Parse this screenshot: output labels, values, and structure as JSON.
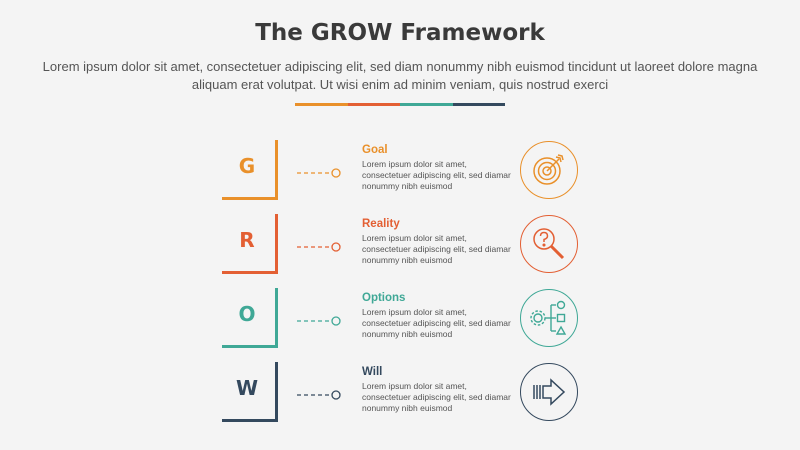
{
  "header": {
    "title": "The GROW Framework",
    "subtitle": "Lorem ipsum dolor sit amet, consectetuer adipiscing elit, sed diam nonummy nibh euismod tincidunt ut laoreet dolore magna aliquam erat volutpat. Ut wisi enim ad minim veniam, quis nostrud exerci",
    "divider_colors": [
      "#e9902a",
      "#e35f33",
      "#3fa896",
      "#34495e"
    ]
  },
  "steps": [
    {
      "letter": "G",
      "heading": "Goal",
      "description": "Lorem ipsum dolor sit amet, consectetuer adipiscing elit, sed diamar nonummy nibh euismod",
      "color": "#e9902a",
      "icon": "target-icon"
    },
    {
      "letter": "R",
      "heading": "Reality",
      "description": "Lorem ipsum dolor sit amet, consectetuer adipiscing elit, sed diamar nonummy nibh euismod",
      "color": "#e35f33",
      "icon": "question-magnifier-icon"
    },
    {
      "letter": "O",
      "heading": "Options",
      "description": "Lorem ipsum dolor sit amet, consectetuer adipiscing elit, sed diamar nonummy nibh euismod",
      "color": "#3fa896",
      "icon": "options-flow-icon"
    },
    {
      "letter": "W",
      "heading": "Will",
      "description": "Lorem ipsum dolor sit amet, consectetuer adipiscing elit, sed diamar nonummy nibh euismod",
      "color": "#34495e",
      "icon": "arrow-right-icon"
    }
  ]
}
